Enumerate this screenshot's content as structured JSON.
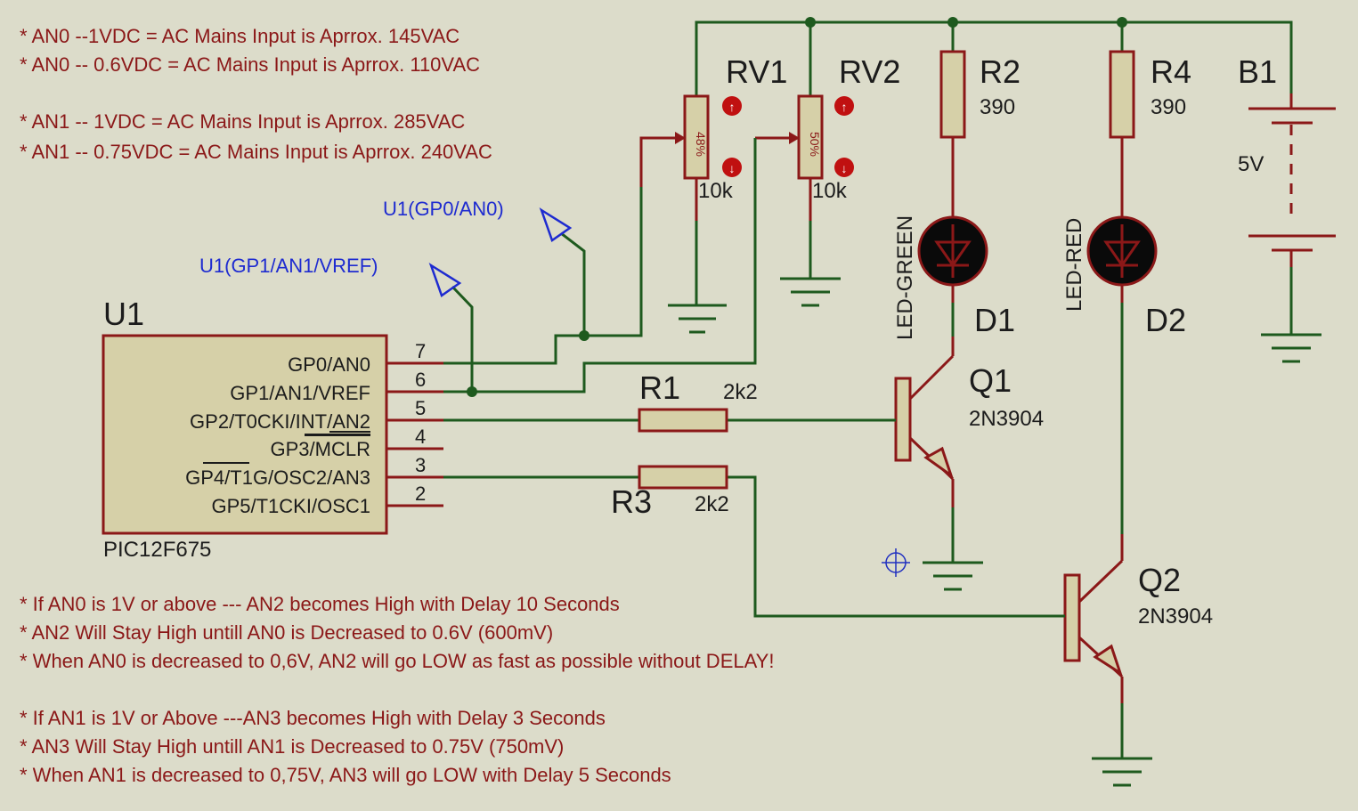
{
  "notes_top": [
    "*   AN0 --1VDC = AC Mains Input is Aprrox. 145VAC",
    "*   AN0 -- 0.6VDC = AC Mains Input is Aprrox. 110VAC",
    "*   AN1 -- 1VDC = AC Mains Input is Aprrox. 285VAC",
    "*  AN1 -- 0.75VDC = AC Mains Input is Aprrox. 240VAC"
  ],
  "notes_bottom": [
    "*  If AN0 is 1V or above --- AN2 becomes High with Delay 10 Seconds",
    "*  AN2 Will Stay High untill AN0 is Decreased to 0.6V (600mV)",
    "*  When AN0 is decreased to 0,6V, AN2 will go LOW as fast as possible without DELAY!",
    "*  If AN1 is 1V or Above ---AN3 becomes High with Delay 3 Seconds",
    "*  AN3 Will Stay High untill AN1 is Decreased to 0.75V (750mV)",
    "*  When AN1 is decreased to 0,75V, AN3 will go LOW with Delay 5 Seconds"
  ],
  "probes": {
    "an0": "U1(GP0/AN0)",
    "an1": "U1(GP1/AN1/VREF)"
  },
  "u1": {
    "ref": "U1",
    "part": "PIC12F675",
    "pins": [
      {
        "num": "7",
        "name": "GP0/AN0"
      },
      {
        "num": "6",
        "name": "GP1/AN1/VREF"
      },
      {
        "num": "5",
        "name": "GP2/T0CKI/INT/AN2"
      },
      {
        "num": "4",
        "name": "GP3/MCLR"
      },
      {
        "num": "3",
        "name": "GP4/T1G/OSC2/AN3"
      },
      {
        "num": "2",
        "name": "GP5/T1CKI/OSC1"
      }
    ]
  },
  "rv1": {
    "ref": "RV1",
    "value": "10k",
    "wiper": "48%"
  },
  "rv2": {
    "ref": "RV2",
    "value": "10k",
    "wiper": "50%"
  },
  "r1": {
    "ref": "R1",
    "value": "2k2"
  },
  "r2": {
    "ref": "R2",
    "value": "390"
  },
  "r3": {
    "ref": "R3",
    "value": "2k2"
  },
  "r4": {
    "ref": "R4",
    "value": "390"
  },
  "d1": {
    "ref": "D1",
    "type": "LED-GREEN"
  },
  "d2": {
    "ref": "D2",
    "type": "LED-RED"
  },
  "q1": {
    "ref": "Q1",
    "type": "2N3904"
  },
  "q2": {
    "ref": "Q2",
    "type": "2N3904"
  },
  "b1": {
    "ref": "B1",
    "value": "5V"
  },
  "colors": {
    "background": "#dcdcca",
    "wire": "#1e5a1e",
    "component": "#8b1818",
    "note_text": "#8b1818",
    "probe": "#1e2bd0"
  }
}
